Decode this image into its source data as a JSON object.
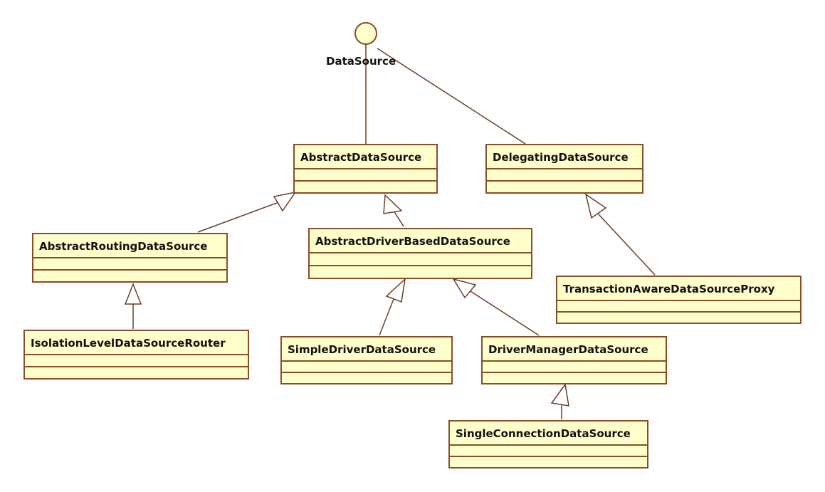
{
  "interface": {
    "name": "DataSource"
  },
  "classes": {
    "abstract_data_source": "AbstractDataSource",
    "delegating_data_source": "DelegatingDataSource",
    "abstract_routing_data_source": "AbstractRoutingDataSource",
    "abstract_driver_based_data_source": "AbstractDriverBasedDataSource",
    "transaction_aware_data_source_proxy": "TransactionAwareDataSourceProxy",
    "isolation_level_data_source_router": "IsolationLevelDataSourceRouter",
    "simple_driver_data_source": "SimpleDriverDataSource",
    "driver_manager_data_source": "DriverManagerDataSource",
    "single_connection_data_source": "SingleConnectionDataSource"
  },
  "colors": {
    "box_fill": "#ffffcc",
    "box_border": "#8b4c2a",
    "line": "#6b3d2a",
    "interface_fill": "#ffffcc"
  }
}
